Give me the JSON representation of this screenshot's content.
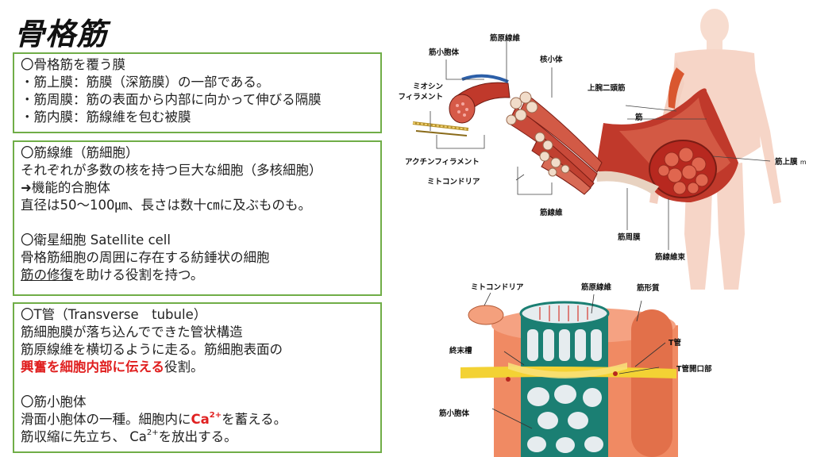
{
  "title": "骨格筋",
  "box1": {
    "heading": "〇骨格筋を覆う膜",
    "items": [
      "・筋上膜：筋膜（深筋膜）の一部である。",
      "・筋周膜：筋の表面から内部に向かって伸びる隔膜",
      "・筋内膜：筋線維を包む被膜"
    ]
  },
  "box2": {
    "heading": "〇筋線維（筋細胞）",
    "line1": "それぞれが多数の核を持つ巨大な細胞（多核細胞）",
    "line2": "➜機能的合胞体",
    "line3": "直径は50〜100㎛、長さは数十㎝に及ぶものも。",
    "heading2": "〇衛星細胞 Satellite cell",
    "line4": "骨格筋細胞の周囲に存在する紡錘状の細胞",
    "line5_u": "筋の修復",
    "line5_rest": "を助ける役割を持つ。"
  },
  "box3": {
    "heading": "〇T管（Transverse　tubule）",
    "line1": "筋細胞膜が落ち込んでできた管状構造",
    "line2": "筋原線維を横切るように走る。筋細胞表面の",
    "line3_red": "興奮を細胞内部に伝える",
    "line3_rest": "役割。",
    "heading2": "〇筋小胞体",
    "line4_a": "滑面小胞体の一種。細胞内に",
    "line4_red": "Ca",
    "line4_sup": "2+",
    "line4_b": "を蓄える。",
    "line5_a": "筋収縮に先立ち、 Ca",
    "line5_sup": "2+",
    "line5_b": "を放出する。"
  },
  "fig1_labels": {
    "sarcoplasmic_reticulum": "筋小胞体",
    "myofibril": "筋原線維",
    "nucleus": "核小体",
    "myosin": "ミオシン\nフィラメント",
    "actin": "アクチンフィラメント",
    "mitochondria": "ミトコンドリア",
    "muscle_fiber": "筋線維",
    "perimysium": "筋周膜",
    "fascicle": "筋線維束",
    "biceps": "上腕二頭筋",
    "muscle": "筋",
    "epimysium": "筋上膜",
    "cut_mark": "m"
  },
  "fig2_labels": {
    "mitochondria": "ミトコンドリア",
    "myofibril": "筋原線維",
    "sarcoplasm": "筋形質",
    "terminal_cisterna": "終末槽",
    "t_tubule": "T管",
    "t_tubule_opening": "T管開口部",
    "sarcoplasmic_reticulum": "筋小胞体"
  }
}
